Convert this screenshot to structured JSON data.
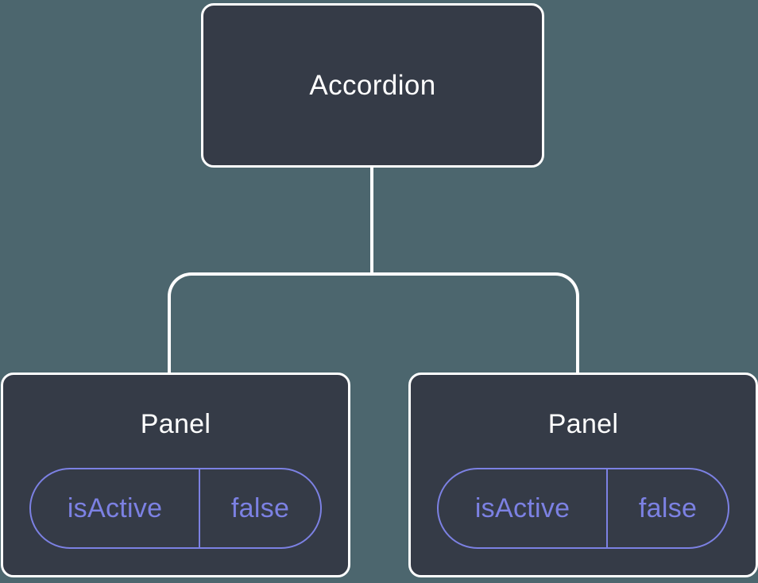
{
  "diagram": {
    "root": {
      "label": "Accordion"
    },
    "panels": [
      {
        "title": "Panel",
        "state_key": "isActive",
        "state_value": "false"
      },
      {
        "title": "Panel",
        "state_key": "isActive",
        "state_value": "false"
      }
    ],
    "colors": {
      "background": "#4C666E",
      "node_fill": "#353B47",
      "node_border": "#FFFFFF",
      "connector": "#FFFFFF",
      "accent_purple": "#7C81E3",
      "text_primary": "#FFFFFF"
    }
  }
}
